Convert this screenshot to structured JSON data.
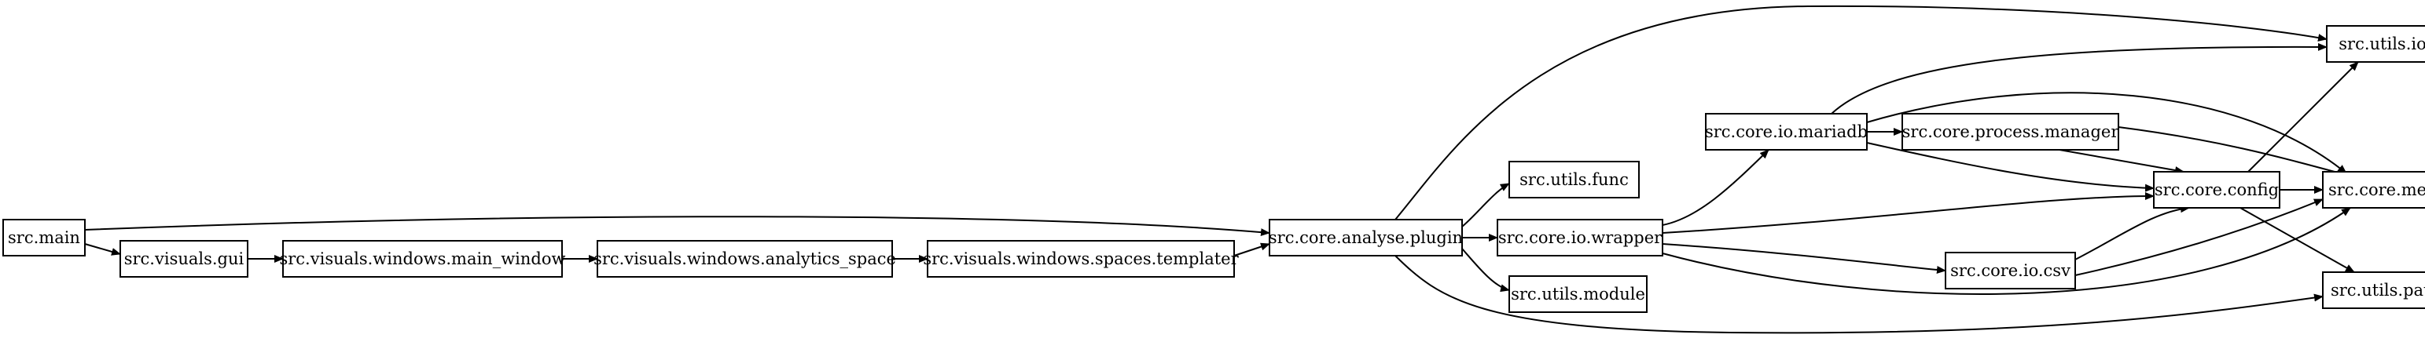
{
  "diagram": {
    "nodes": [
      {
        "id": "main",
        "label": "src.main"
      },
      {
        "id": "gui",
        "label": "src.visuals.gui"
      },
      {
        "id": "main_window",
        "label": "src.visuals.windows.main_window"
      },
      {
        "id": "analytics_space",
        "label": "src.visuals.windows.analytics_space"
      },
      {
        "id": "templater",
        "label": "src.visuals.windows.spaces.templater"
      },
      {
        "id": "plugin",
        "label": "src.core.analyse.plugin"
      },
      {
        "id": "func",
        "label": "src.utils.func"
      },
      {
        "id": "wrapper",
        "label": "src.core.io.wrapper"
      },
      {
        "id": "module",
        "label": "src.utils.module"
      },
      {
        "id": "mariadb",
        "label": "src.core.io.mariadb"
      },
      {
        "id": "manager",
        "label": "src.core.process.manager"
      },
      {
        "id": "config",
        "label": "src.core.config"
      },
      {
        "id": "csv",
        "label": "src.core.io.csv"
      },
      {
        "id": "io",
        "label": "src.utils.io"
      },
      {
        "id": "meta",
        "label": "src.core.meta"
      },
      {
        "id": "path",
        "label": "src.utils.path"
      }
    ],
    "edges": [
      {
        "from": "main",
        "to": "gui"
      },
      {
        "from": "main",
        "to": "plugin"
      },
      {
        "from": "gui",
        "to": "main_window"
      },
      {
        "from": "main_window",
        "to": "analytics_space"
      },
      {
        "from": "analytics_space",
        "to": "templater"
      },
      {
        "from": "templater",
        "to": "plugin"
      },
      {
        "from": "plugin",
        "to": "func"
      },
      {
        "from": "plugin",
        "to": "wrapper"
      },
      {
        "from": "plugin",
        "to": "module"
      },
      {
        "from": "plugin",
        "to": "io"
      },
      {
        "from": "plugin",
        "to": "path"
      },
      {
        "from": "wrapper",
        "to": "mariadb"
      },
      {
        "from": "wrapper",
        "to": "config"
      },
      {
        "from": "wrapper",
        "to": "csv"
      },
      {
        "from": "wrapper",
        "to": "meta"
      },
      {
        "from": "mariadb",
        "to": "io"
      },
      {
        "from": "mariadb",
        "to": "meta"
      },
      {
        "from": "mariadb",
        "to": "manager"
      },
      {
        "from": "mariadb",
        "to": "config"
      },
      {
        "from": "manager",
        "to": "config"
      },
      {
        "from": "manager",
        "to": "meta"
      },
      {
        "from": "config",
        "to": "io"
      },
      {
        "from": "config",
        "to": "meta"
      },
      {
        "from": "config",
        "to": "path"
      },
      {
        "from": "csv",
        "to": "config"
      },
      {
        "from": "csv",
        "to": "meta"
      }
    ]
  }
}
